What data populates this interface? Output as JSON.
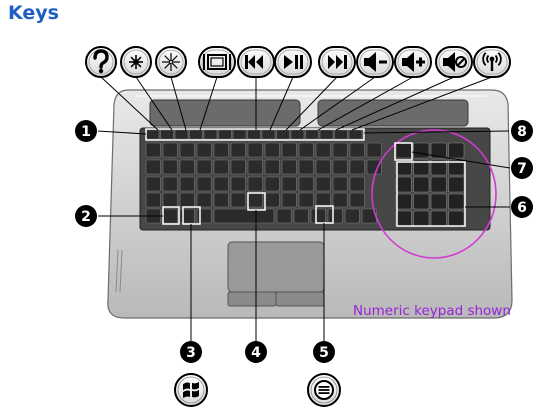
{
  "section": {
    "heading": "Keys"
  },
  "function_key_icons": [
    "help-icon",
    "brightness-down-icon",
    "brightness-up-icon",
    "display-switch-icon",
    "previous-track-icon",
    "play-pause-icon",
    "next-track-icon",
    "volume-down-icon",
    "volume-up-icon",
    "mute-icon",
    "wireless-icon"
  ],
  "callouts": [
    "1",
    "2",
    "3",
    "4",
    "5",
    "6",
    "7",
    "8"
  ],
  "bottom_icons": [
    "windows-logo-icon",
    "applications-key-icon"
  ],
  "caption": "Numeric keypad shown",
  "colors": {
    "heading": "#1f5fbf",
    "caption": "#9b22d8",
    "highlight_ring": "#d23ad2"
  }
}
